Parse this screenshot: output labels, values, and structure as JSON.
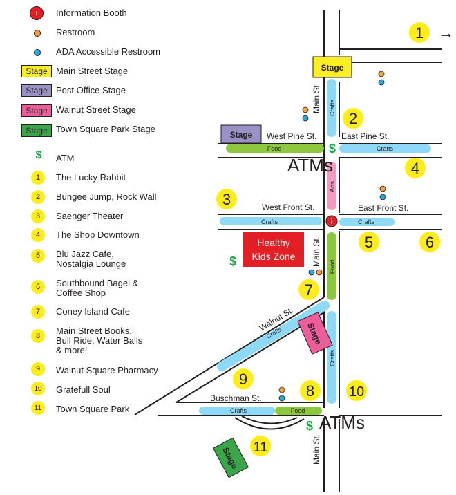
{
  "colors": {
    "info_red": "#e31e24",
    "restroom_orange": "#f6a13d",
    "ada_blue": "#2aa6df",
    "yellow_stage": "#fbee22",
    "purple_stage": "#9a91c6",
    "pink_stage": "#ec5d9a",
    "green_stage": "#3ba54a",
    "atm_green": "#1fa64a",
    "number_yellow": "#ffed1a",
    "crafts_blue": "#8ed8f8",
    "food_green": "#8dc63f",
    "arts_pink": "#f49ac1",
    "healthy_red": "#e31e24"
  },
  "legend": [
    {
      "icon": "info-booth-icon",
      "symbol": "i",
      "label": "Information Booth"
    },
    {
      "icon": "restroom-icon",
      "symbol": "",
      "label": "Restroom"
    },
    {
      "icon": "ada-restroom-icon",
      "symbol": "",
      "label": "ADA Accessible Restroom"
    },
    {
      "icon": "main-street-stage-icon",
      "symbol": "Stage",
      "label": "Main Street Stage"
    },
    {
      "icon": "post-office-stage-icon",
      "symbol": "Stage",
      "label": "Post Office Stage"
    },
    {
      "icon": "walnut-street-stage-icon",
      "symbol": "Stage",
      "label": "Walnut Street Stage"
    },
    {
      "icon": "town-square-stage-icon",
      "symbol": "Stage",
      "label": "Town Square Park Stage"
    },
    {
      "icon": "atm-icon",
      "symbol": "$",
      "label": "ATM"
    },
    {
      "icon": "number-1-icon",
      "symbol": "1",
      "label": "The Lucky Rabbit"
    },
    {
      "icon": "number-2-icon",
      "symbol": "2",
      "label": "Bungee Jump, Rock Wall"
    },
    {
      "icon": "number-3-icon",
      "symbol": "3",
      "label": "Saenger Theater"
    },
    {
      "icon": "number-4-icon",
      "symbol": "4",
      "label": "The Shop Downtown"
    },
    {
      "icon": "number-5-icon",
      "symbol": "5",
      "label": "Blu Jazz Cafe,\nNostalgia Lounge"
    },
    {
      "icon": "number-6-icon",
      "symbol": "6",
      "label": "Southbound Bagel &\nCoffee Shop"
    },
    {
      "icon": "number-7-icon",
      "symbol": "7",
      "label": "Coney Island Cafe"
    },
    {
      "icon": "number-8-icon",
      "symbol": "8",
      "label": "Main Street Books,\nBull Ride, Water Balls\n& more!"
    },
    {
      "icon": "number-9-icon",
      "symbol": "9",
      "label": "Walnut Square Pharmacy"
    },
    {
      "icon": "number-10-icon",
      "symbol": "10",
      "label": "Gratefull Soul"
    },
    {
      "icon": "number-11-icon",
      "symbol": "11",
      "label": "Town Square Park"
    }
  ],
  "map": {
    "streets": {
      "main_st_top": "Main St.",
      "main_st_mid": "Main St.",
      "main_st_bottom": "Main St.",
      "west_pine": "West Pine St.",
      "east_pine": "East Pine St.",
      "west_front": "West Front St.",
      "east_front": "East Front St.",
      "walnut": "Walnut St.",
      "buschman": "Buschman St."
    },
    "booths": {
      "crafts": "Crafts",
      "food": "Food",
      "arts": "Arts"
    },
    "stage_label": "Stage",
    "atms_label": "ATMs",
    "dollar": "$",
    "info_symbol": "i",
    "arrow": "→",
    "healthy_kids": [
      "Healthy",
      "Kids Zone"
    ],
    "markers": [
      "1",
      "2",
      "3",
      "4",
      "5",
      "6",
      "7",
      "8",
      "9",
      "10",
      "11"
    ]
  }
}
